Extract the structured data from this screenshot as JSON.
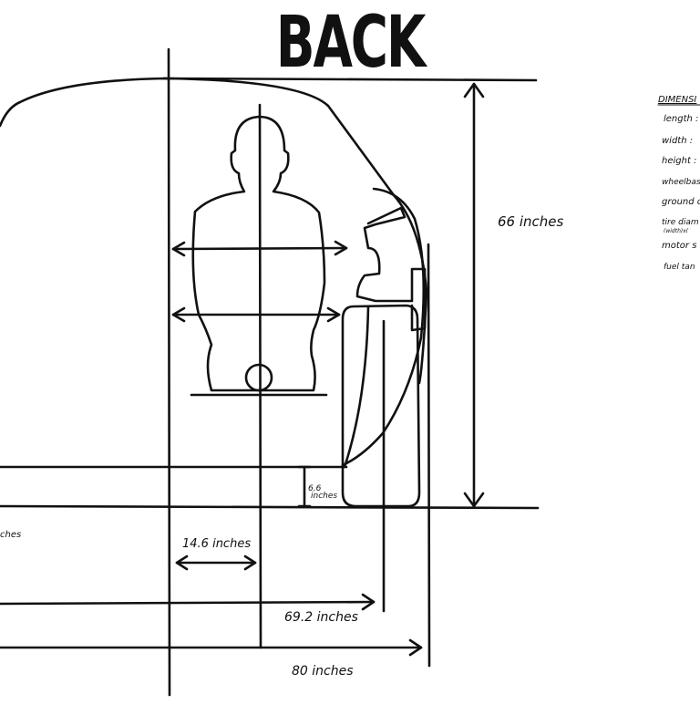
{
  "title": "BACK",
  "annotations": {
    "height": "66 inches",
    "ground_clearance": "6.6",
    "ground_clearance_unit": "inches",
    "left_cut": "ches",
    "seat_offset": "14.6 inches",
    "track_width": "69.2 inches",
    "overall_width": "80 inches"
  },
  "dimensions_panel": {
    "heading": "DIMENSI",
    "items": [
      "length :",
      "width :",
      "height :",
      "wheelbas",
      "ground cl",
      "tire diam",
      "(width)x(",
      "motor s",
      "fuel tan"
    ]
  },
  "colors": {
    "ink": "#111111",
    "paper": "#ffffff"
  }
}
